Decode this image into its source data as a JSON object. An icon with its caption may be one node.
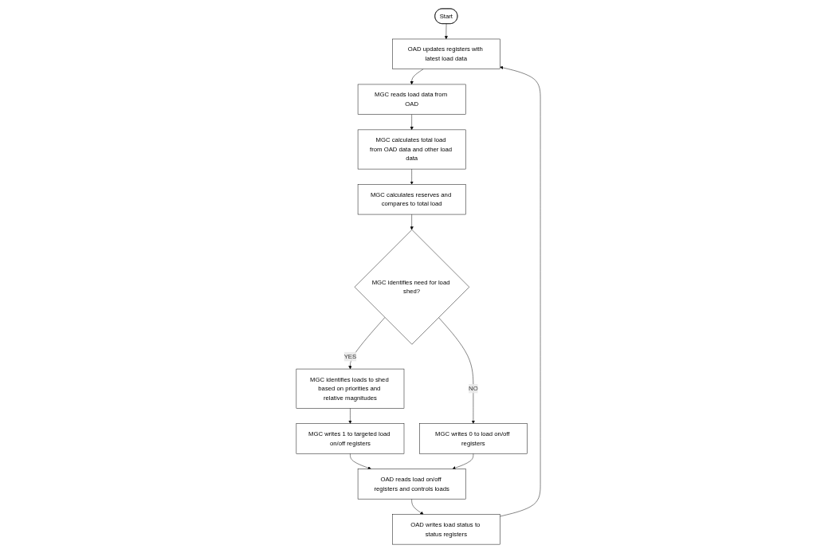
{
  "diagram": {
    "nodes": [
      {
        "text": [
          "Start"
        ]
      },
      {
        "text": [
          "OAD updates registers with latest load data"
        ]
      },
      {
        "text": [
          "MGC reads load data from OAD"
        ]
      },
      {
        "text": [
          "MGC calculates total load from OAD data and other load data"
        ]
      },
      {
        "text": [
          "MGC calculates reserves and compares to total load"
        ]
      },
      {
        "text": [
          "MGC identifies need for load shed?"
        ]
      },
      {
        "text": [
          "MGC identifies loads to shed based on priorities and relative magnitudes"
        ]
      },
      {
        "text": [
          "MGC writes 1 to targeted load on/off registers"
        ]
      },
      {
        "text": [
          "MGC writes 0 to load on/off registers"
        ]
      },
      {
        "text": [
          "OAD reads load on/off registers and controls loads"
        ]
      },
      {
        "text": [
          "OAD writes load status to status registers"
        ]
      }
    ],
    "edges": [
      {
        "from": 0,
        "to": 1,
        "arrow": "to"
      },
      {
        "from": 1,
        "to": 2,
        "arrow": "to"
      },
      {
        "from": 2,
        "to": 3,
        "arrow": "to"
      },
      {
        "from": 3,
        "to": 4,
        "arrow": "to"
      },
      {
        "from": 4,
        "to": 5,
        "arrow": "to"
      },
      {
        "from": 5,
        "to": 6,
        "arrow": "to",
        "label": "YES"
      },
      {
        "from": 6,
        "to": 7,
        "arrow": "to"
      },
      {
        "from": 7,
        "to": 9,
        "arrow": "to"
      },
      {
        "from": 5,
        "to": 8,
        "arrow": "to",
        "label": "NO"
      },
      {
        "from": 8,
        "to": 9,
        "arrow": "to"
      },
      {
        "from": 9,
        "to": 10,
        "arrow": "to"
      },
      {
        "from": 10,
        "to": 1,
        "arrow": "to"
      }
    ]
  }
}
